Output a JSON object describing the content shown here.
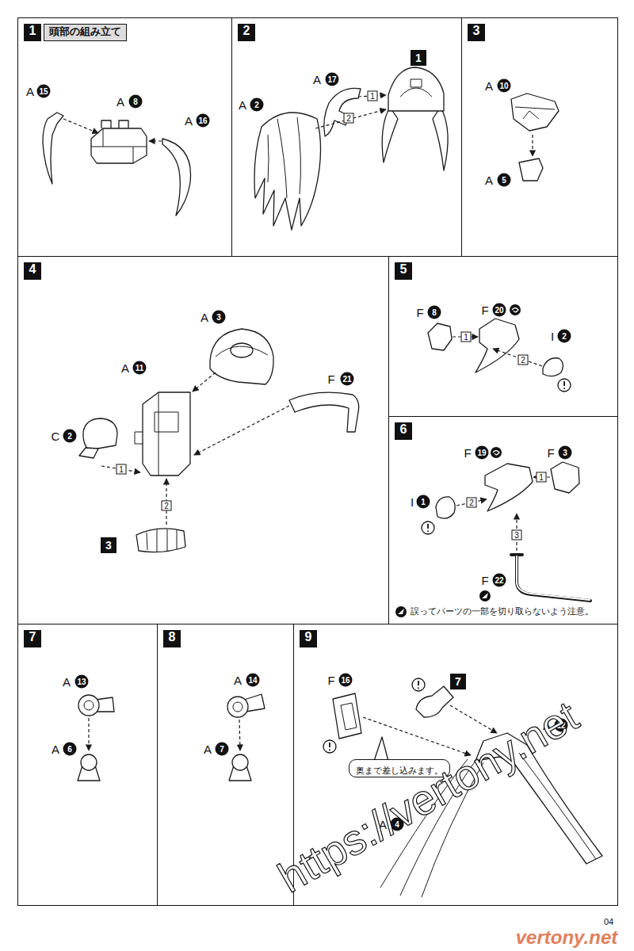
{
  "diagram": {
    "nodes": [
      {
        "text": [
          "1",
          "頭部の組み立て"
        ]
      },
      {
        "text": [
          "2"
        ]
      },
      {
        "text": [
          "3"
        ]
      },
      {
        "text": [
          "4"
        ]
      },
      {
        "text": [
          "5"
        ]
      },
      {
        "text": [
          "6"
        ]
      },
      {
        "text": [
          "7"
        ]
      },
      {
        "text": [
          "8"
        ]
      },
      {
        "text": [
          "9"
        ]
      },
      {
        "text": [
          "奥まで差し込みます。"
        ],
        "in": 8
      }
    ],
    "labels": [
      "A",
      "15",
      "A",
      "8",
      "A",
      "16",
      "A",
      "2",
      "A",
      "17",
      "1",
      "1",
      "2",
      "A",
      "10",
      "A",
      "5",
      "A",
      "3",
      "F",
      "21",
      "A",
      "11",
      "C",
      "2",
      "1",
      "2",
      "3",
      "F",
      "8",
      "F",
      "20",
      "I",
      "2",
      "1",
      "2",
      "I",
      "1",
      "F",
      "19",
      "F",
      "3",
      "1",
      "2",
      "3",
      "F",
      "22",
      "誤ってパーツの一部を切り取らないよう注意。",
      "A",
      "13",
      "A",
      "6",
      "A",
      "14",
      "A",
      "7",
      "F",
      "16",
      "7",
      "A",
      "12",
      "A",
      "4",
      "https://vertony.net",
      "vertony.net",
      "04"
    ]
  }
}
